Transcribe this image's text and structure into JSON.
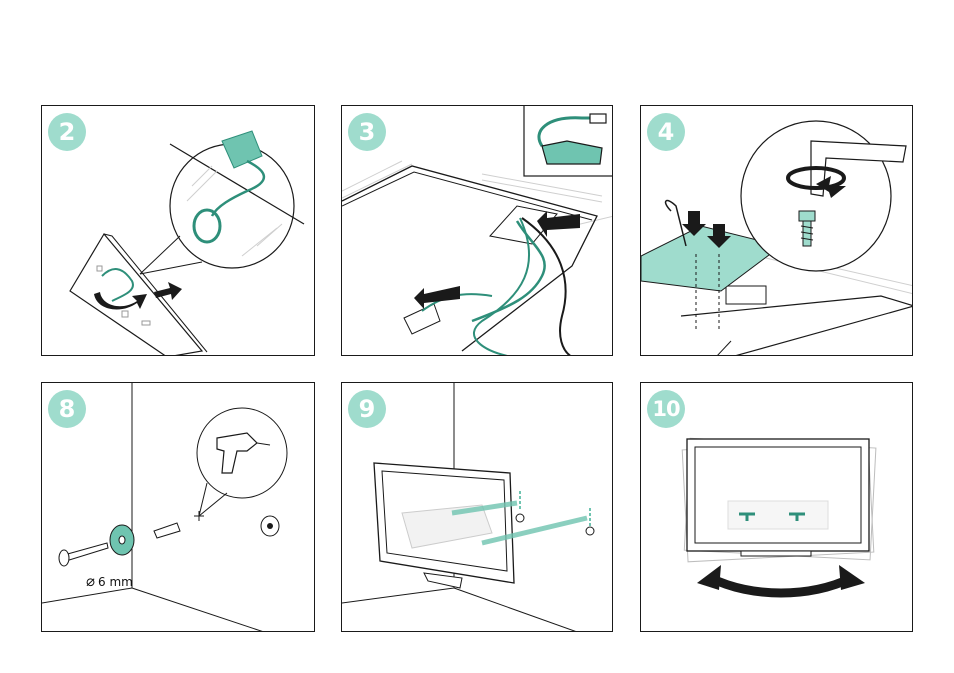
{
  "steps": [
    {
      "number": "2"
    },
    {
      "number": "3"
    },
    {
      "number": "4"
    },
    {
      "number": "8"
    },
    {
      "number": "9"
    },
    {
      "number": "10"
    }
  ],
  "drill_bit": {
    "diameter_symbol": "⌀",
    "size_label": "6 mm"
  },
  "colors": {
    "accent": "#9fdccd",
    "teal": "#6fc4b0",
    "teal_dark": "#2e8f7a",
    "line": "#1a1a1a",
    "hatch": "#cfcfcf"
  },
  "icons": [
    "scart-cable-icon",
    "hex-key-icon",
    "screw-icon",
    "drill-icon",
    "wall-plug-icon",
    "washer-icon",
    "swivel-arrow-icon"
  ]
}
